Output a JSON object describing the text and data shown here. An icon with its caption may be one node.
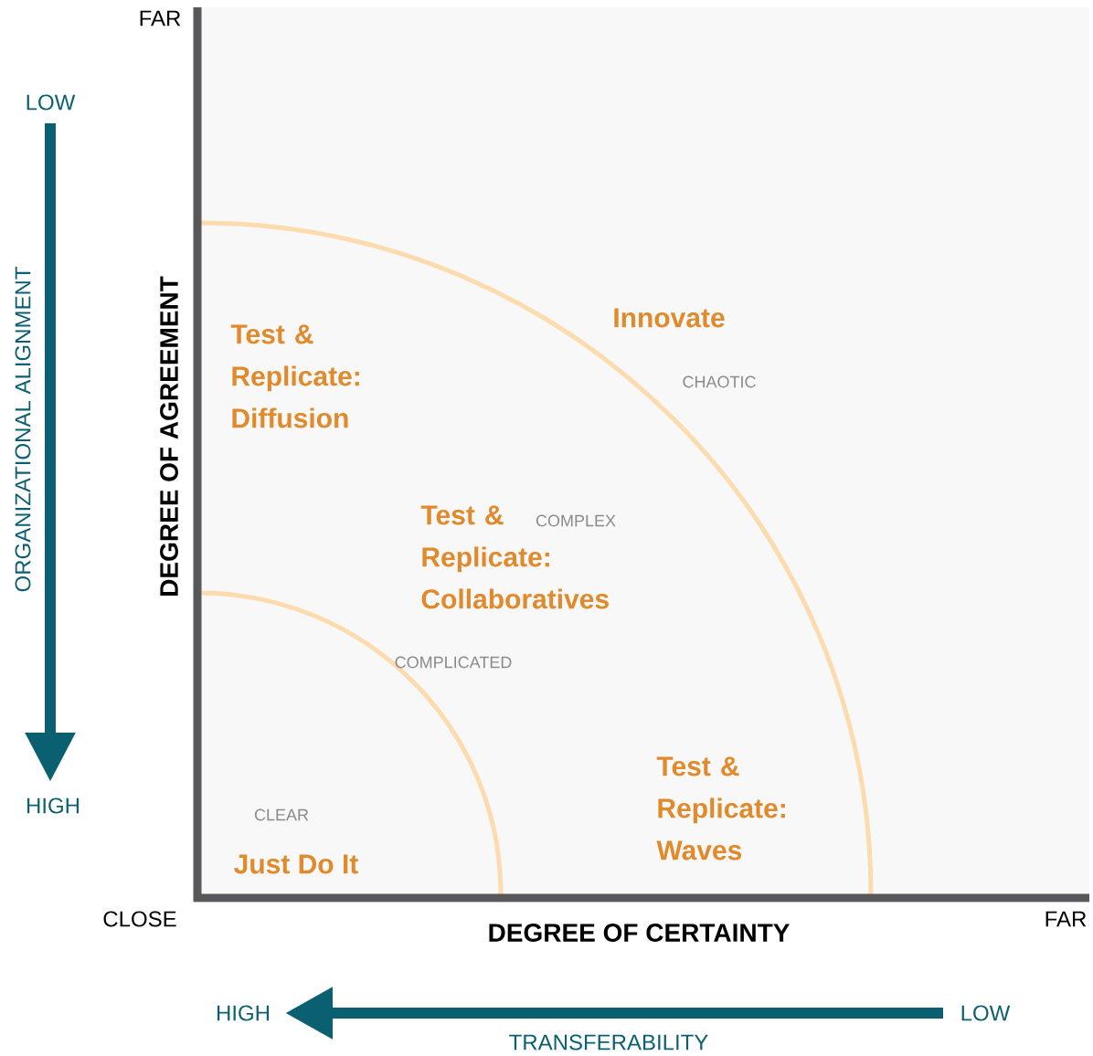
{
  "diagram": {
    "labels": [
      "FAR",
      "LOW",
      "DEGREE OF AGREEMENT",
      "ORGANIZATIONAL ALIGNMENT",
      "Innovate",
      "Test & Replicate: Diffusion",
      "CHAOTIC",
      "Test & Replicate: Collaboratives",
      "COMPLEX",
      "COMPLICATED",
      "Test & Replicate: Waves",
      "HIGH",
      "CLEAR",
      "Just Do It",
      "CLOSE",
      "DEGREE OF CERTAINTY",
      "FAR",
      "HIGH",
      "LOW",
      "TRANSFERABILITY"
    ]
  }
}
